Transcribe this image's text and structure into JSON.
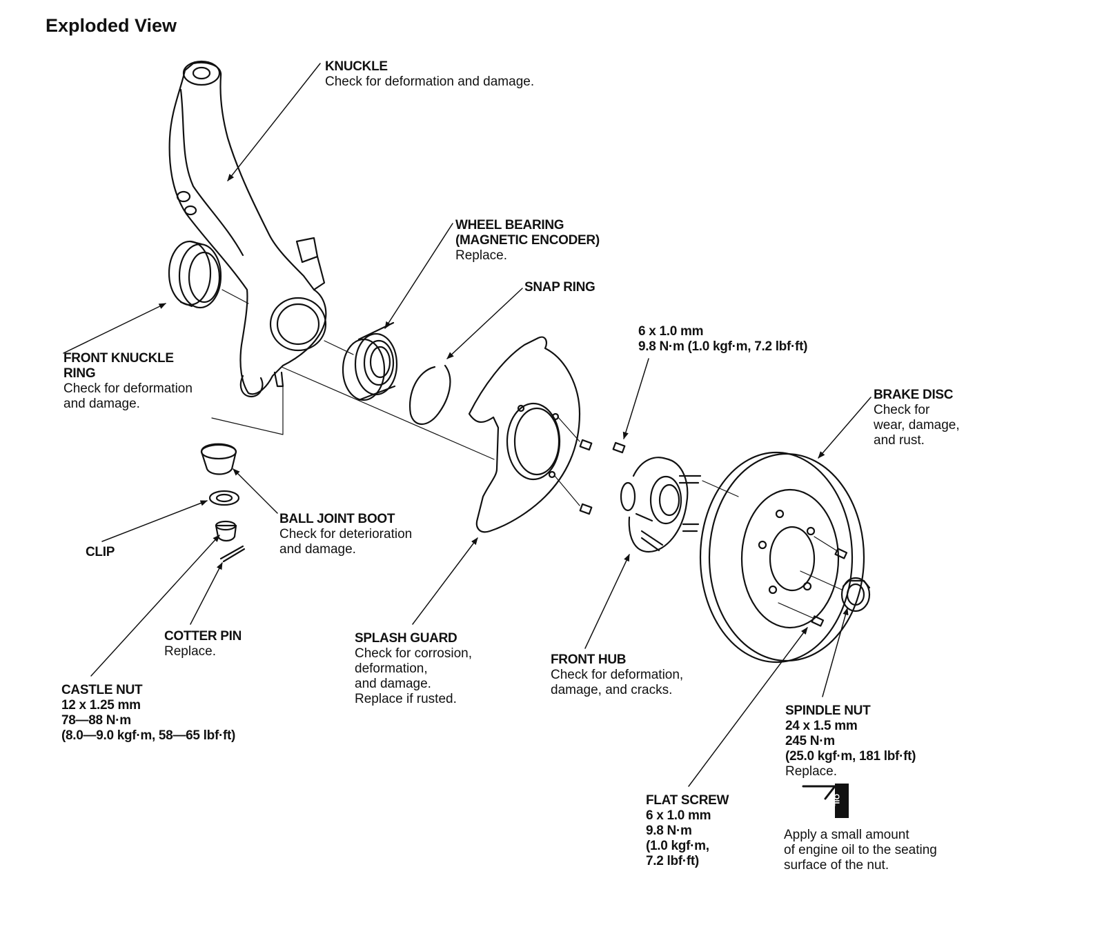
{
  "title": "Exploded View",
  "labels": {
    "knuckle": {
      "name": "KNUCKLE",
      "note": "Check for deformation and damage."
    },
    "wheel_bearing": {
      "name": "WHEEL BEARING\n(MAGNETIC ENCODER)",
      "note": "Replace."
    },
    "snap_ring": {
      "name": "SNAP RING"
    },
    "bolt_spec": {
      "spec": "6 x 1.0 mm\n9.8 N·m (1.0 kgf·m, 7.2 lbf·ft)"
    },
    "front_knuckle_ring": {
      "name": "FRONT KNUCKLE\nRING",
      "note": "Check for deformation\nand damage."
    },
    "brake_disc": {
      "name": "BRAKE DISC",
      "note": "Check for\nwear, damage,\nand rust."
    },
    "ball_joint_boot": {
      "name": "BALL JOINT BOOT",
      "note": "Check for deterioration\nand damage."
    },
    "clip": {
      "name": "CLIP"
    },
    "cotter_pin": {
      "name": "COTTER PIN",
      "note": "Replace."
    },
    "splash_guard": {
      "name": "SPLASH GUARD",
      "note": "Check for corrosion,\ndeformation,\nand damage.\nReplace if rusted."
    },
    "front_hub": {
      "name": "FRONT HUB",
      "note": "Check for deformation,\ndamage, and cracks."
    },
    "castle_nut": {
      "name": "CASTLE NUT",
      "spec": "12 x 1.25 mm\n78—88 N·m\n(8.0—9.0 kgf·m, 58—65 lbf·ft)"
    },
    "spindle_nut": {
      "name": "SPINDLE NUT",
      "spec": "24 x 1.5 mm\n245 N·m\n(25.0 kgf·m, 181 lbf·ft)",
      "note": "Replace."
    },
    "flat_screw": {
      "name": "FLAT SCREW",
      "spec": "6 x 1.0 mm\n9.8 N·m\n(1.0 kgf·m,\n7.2 lbf·ft)"
    },
    "oil_note": {
      "icon_text": "OIL",
      "note": "Apply a small amount\nof engine oil to the seating\nsurface of the nut."
    }
  }
}
